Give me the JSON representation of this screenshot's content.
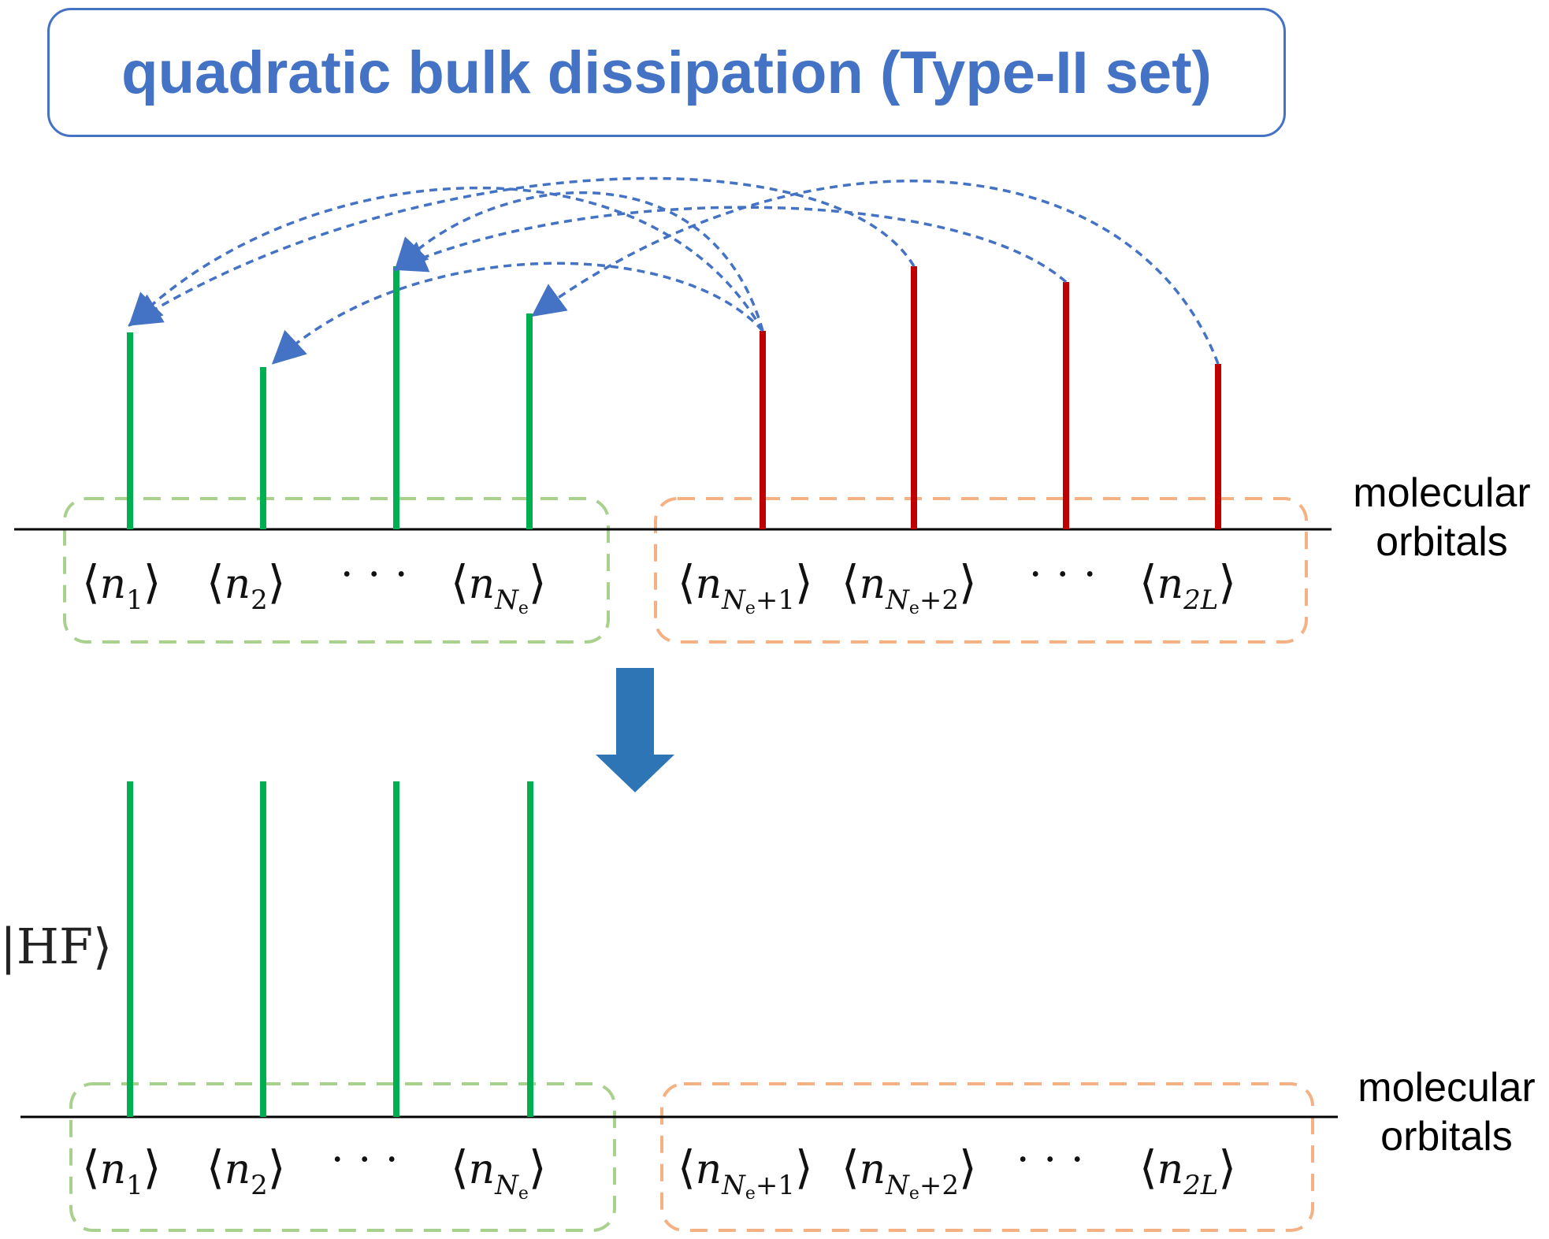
{
  "title": "quadratic bulk dissipation (Type-II set)",
  "axis_label_line1": "molecular",
  "axis_label_line2": "orbitals",
  "hf_label": "|HF⟩",
  "dots": "···",
  "occupied_labels": [
    {
      "base": "n",
      "sub": "1",
      "subsub": ""
    },
    {
      "base": "n",
      "sub": "2",
      "subsub": ""
    },
    {
      "base": "n",
      "sub": "N",
      "subsub": "e"
    }
  ],
  "virtual_labels": [
    {
      "base": "n",
      "sub": "N",
      "subsub": "e",
      "tail": "+1"
    },
    {
      "base": "n",
      "sub": "N",
      "subsub": "e",
      "tail": "+2"
    },
    {
      "base": "n",
      "sub": "2L",
      "subsub": "",
      "tail": ""
    }
  ],
  "colors": {
    "title": "#4472C4",
    "occupied_bar": "#00B050",
    "virtual_bar": "#C00000",
    "arrow": "#4472C4",
    "big_arrow": "#2E75B6",
    "occupied_box": "#A9D18E",
    "virtual_box": "#F4B183",
    "axis": "#000000"
  }
}
